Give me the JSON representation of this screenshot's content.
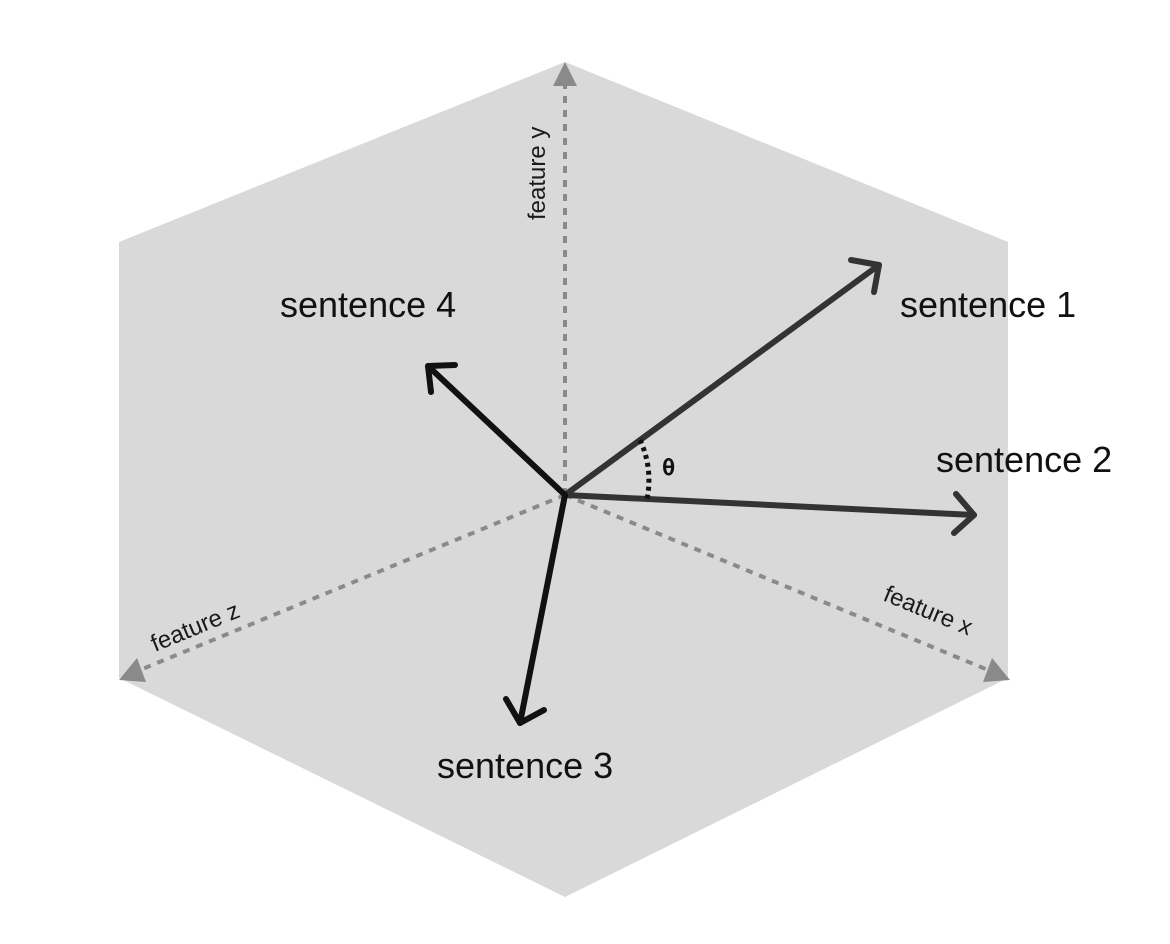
{
  "axes": [
    {
      "id": "y",
      "label": "feature y"
    },
    {
      "id": "z",
      "label": "feature z"
    },
    {
      "id": "x",
      "label": "feature x"
    }
  ],
  "vectors": [
    {
      "id": "s1",
      "label": "sentence 1"
    },
    {
      "id": "s2",
      "label": "sentence 2"
    },
    {
      "id": "s3",
      "label": "sentence 3"
    },
    {
      "id": "s4",
      "label": "sentence 4"
    }
  ],
  "angle_label": "θ",
  "colors": {
    "hexagon": "#d9d9d9",
    "axis": "#8a8a8a",
    "vector_dark": "#333333",
    "vector_black": "#111111"
  }
}
